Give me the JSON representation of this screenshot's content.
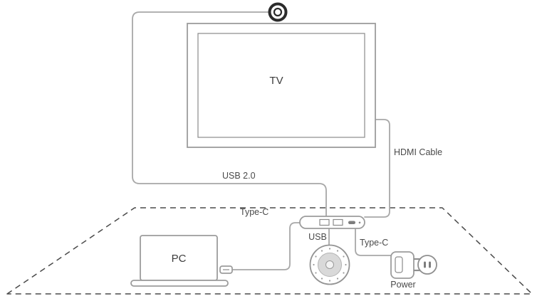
{
  "diagram": {
    "title_hint": "Video bar connection diagram",
    "labels": {
      "tv": "TV",
      "pc": "PC",
      "usb2": "USB 2.0",
      "hdmi": "HDMI Cable",
      "type_c_left": "Type-C",
      "type_c_right": "Type-C",
      "usb": "USB",
      "power": "Power"
    },
    "colors": {
      "cable_gray": "#a8a8a8",
      "dash_gray": "#4a4a4a",
      "text_gray": "#4a4a4a"
    }
  }
}
